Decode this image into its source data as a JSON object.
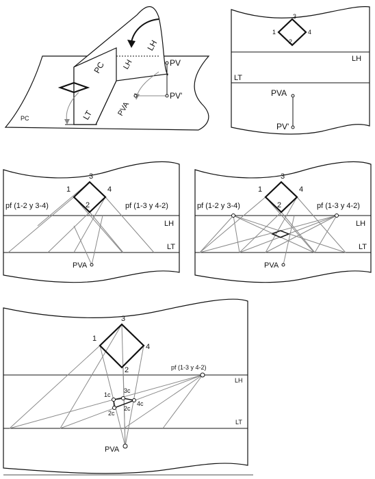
{
  "panel_a": {
    "pc": "PC",
    "pc_small": "PC",
    "lh": "LH",
    "lh_ghost": "LH",
    "lt": "LT",
    "pva_ghost": "PVA",
    "pv": "PV",
    "pv_prime": "PV'"
  },
  "panel_b": {
    "v1": "1",
    "v2": "2",
    "v3": "3",
    "v4": "4",
    "lh": "LH",
    "lt": "LT",
    "pva": "PVA",
    "pv_prime": "PV'"
  },
  "panel_c": {
    "v1": "1",
    "v2": "2",
    "v3": "3",
    "v4": "4",
    "pf_left": "pf (1-2 y 3-4)",
    "pf_right": "pf (1-3 y 4-2)",
    "lh": "LH",
    "lt": "LT",
    "pva": "PVA"
  },
  "panel_d": {
    "v1": "1",
    "v2": "2",
    "v3": "3",
    "v4": "4",
    "pf_left": "pf (1-2 y 3-4)",
    "pf_right": "pf (1-3 y 4-2)",
    "lh": "LH",
    "lt": "LT",
    "pva": "PVA"
  },
  "panel_e": {
    "v1": "1",
    "v2": "2",
    "v3": "3",
    "v4": "4",
    "pf_right": "pf (1-3 y 4-2)",
    "lh": "LH",
    "lt": "LT",
    "pva": "PVA",
    "c1": "1c",
    "c2": "2c",
    "c3": "3c",
    "c4": "4c",
    "c2b": "2c"
  }
}
